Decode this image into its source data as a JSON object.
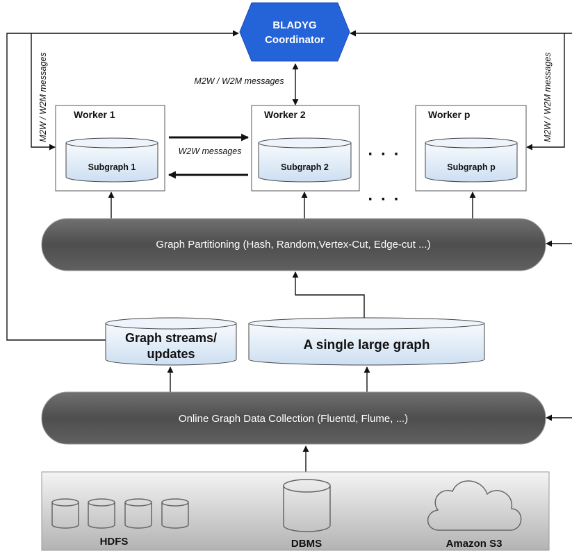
{
  "coordinator": {
    "line1": "BLADYG",
    "line2": "Coordinator"
  },
  "messages": {
    "center": "M2W / W2M messages",
    "left": "M2W / W2M messages",
    "right": "M2W / W2M messages",
    "w2w": "W2W messages"
  },
  "workers": [
    {
      "title": "Worker 1",
      "subgraph": "Subgraph 1"
    },
    {
      "title": "Worker 2",
      "subgraph": "Subgraph 2"
    },
    {
      "title": "Worker p",
      "subgraph": "Subgraph p"
    }
  ],
  "ellipsis": "· · ·",
  "partitioning": {
    "label": "Graph Partitioning (Hash, Random,Vertex-Cut, Edge-cut ...)"
  },
  "stores": {
    "streams_line1": "Graph streams/",
    "streams_line2": "updates",
    "single": "A single large graph"
  },
  "collection": {
    "label": "Online Graph Data Collection (Fluentd, Flume, ...)"
  },
  "sources": {
    "hdfs": "HDFS",
    "dbms": "DBMS",
    "s3": "Amazon S3"
  },
  "colors": {
    "coordinator": "#2563d8",
    "bars": "#555555",
    "cylinders": "#dbe8f6",
    "sources_box": "#d0d0d0"
  },
  "icons": {
    "hdfs": "database-cylinder-icon",
    "dbms": "database-cylinder-icon",
    "s3": "cloud-icon"
  }
}
